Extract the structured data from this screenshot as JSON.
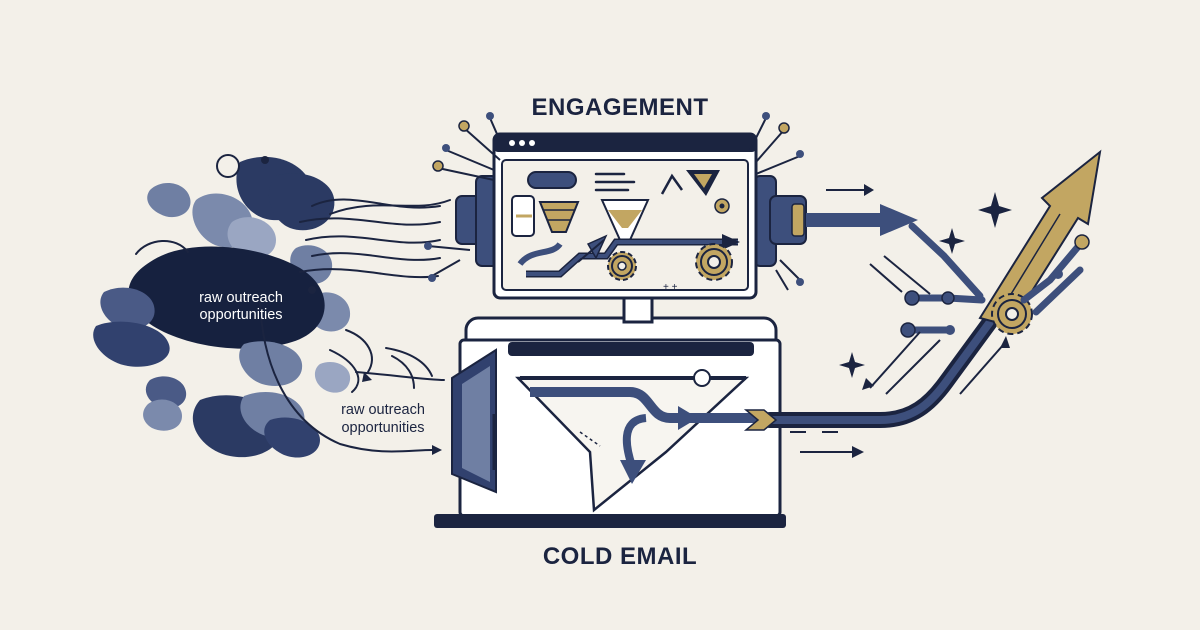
{
  "diagram": {
    "top_title": "ENGAGEMENT",
    "bottom_title": "COLD EMAIL",
    "input_label_blob": "raw outreach opportunities",
    "input_label_side": "raw outreach opportunities"
  },
  "colors": {
    "background": "#f3f0e9",
    "navy": "#1b2440",
    "slate": "#3d4f7c",
    "steel": "#6f7fa3",
    "gold": "#c2a662",
    "panel": "#ffffff"
  },
  "icons": [
    "gear-icon",
    "funnel-icon",
    "sparkle-icon",
    "growth-arrow-icon",
    "monitor-icon",
    "chevron-icon"
  ]
}
